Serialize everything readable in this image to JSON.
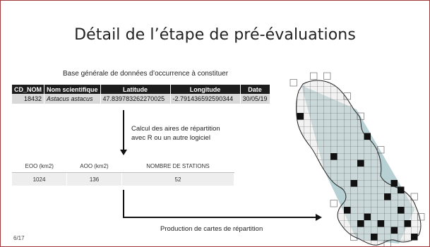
{
  "slide": {
    "title": "Détail de l’étape de pré-évaluations",
    "page_number": "6/17"
  },
  "occurrence_table": {
    "caption": "Base générale de données d’occurrence à constituer",
    "headers": [
      "CD_NOM",
      "Nom scientifique",
      "Latitude",
      "Longitude",
      "Date"
    ],
    "row": {
      "cd_nom": "18432",
      "nom_scientifique": "Astacus astacus",
      "latitude": "47.839783262270025",
      "longitude": "-2.791436592590344",
      "date": "30/05/19"
    }
  },
  "calc_step": {
    "line1": "Calcul des aires de répartition",
    "line2": "avec R ou un autre logiciel"
  },
  "stats_table": {
    "headers": [
      "EOO (km2)",
      "AOO (km2)",
      "NOMBRE DE STATIONS"
    ],
    "values": [
      "1024",
      "136",
      "52"
    ]
  },
  "production_step": {
    "label": "Production de cartes de répartition"
  },
  "colors": {
    "header_bg": "#1d1d1d",
    "row_bg": "#d9d9d9",
    "hull_fill": "#a9c8cb",
    "slide_border": "#a23b3b"
  }
}
